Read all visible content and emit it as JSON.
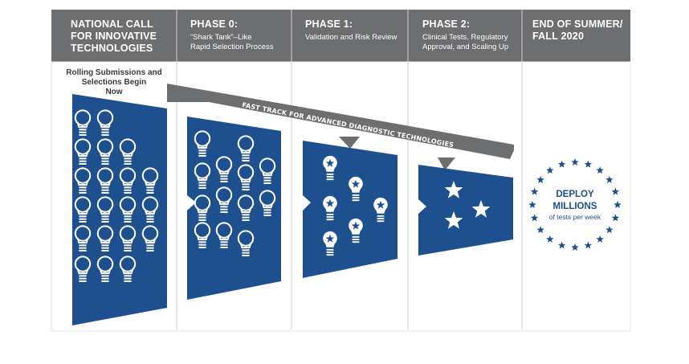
{
  "header": {
    "columns": [
      {
        "title_line1": "NATIONAL CALL",
        "title_line2": "FOR INNOVATIVE",
        "title_line3": "TECHNOLOGIES",
        "sub_line1": "",
        "sub_line2": ""
      },
      {
        "title_line1": "PHASE 0:",
        "title_line2": "",
        "title_line3": "",
        "sub_line1": "“Shark Tank”–Like",
        "sub_line2": "Rapid Selection Process"
      },
      {
        "title_line1": "PHASE 1:",
        "title_line2": "",
        "title_line3": "",
        "sub_line1": "Validation and Risk Review",
        "sub_line2": ""
      },
      {
        "title_line1": "PHASE 2:",
        "title_line2": "",
        "title_line3": "",
        "sub_line1": "Clinical Tests, Regulatory",
        "sub_line2": "Approval, and Scaling Up"
      },
      {
        "title_line1": "END OF SUMMER/",
        "title_line2": "FALL 2020",
        "title_line3": "",
        "sub_line1": "",
        "sub_line2": ""
      }
    ],
    "color": "#6d6e70"
  },
  "rolling": {
    "line1": "Rolling Submissions and",
    "line2": "Selections Begin",
    "line3": "Now"
  },
  "fast_track": {
    "label": "FAST TRACK FOR ADVANCED DIAGNOSTIC TECHNOLOGIES",
    "color": "#6d6e70"
  },
  "panels": {
    "color": "#1e4f8e",
    "items": [
      {
        "name": "national-call",
        "icon": "lightbulb-icon",
        "bulb_count": 20
      },
      {
        "name": "phase-0",
        "icon": "lightbulb-icon",
        "bulb_count": 13
      },
      {
        "name": "phase-1",
        "icon": "star-lightbulb-icon",
        "bulb_count": 6
      },
      {
        "name": "phase-2",
        "icon": "star-icon",
        "bulb_count": 3
      }
    ]
  },
  "deploy": {
    "line1": "DEPLOY",
    "line2": "MILLIONS",
    "line3": "of tests per week",
    "star_count": 20,
    "icon": "star-ring-icon"
  }
}
